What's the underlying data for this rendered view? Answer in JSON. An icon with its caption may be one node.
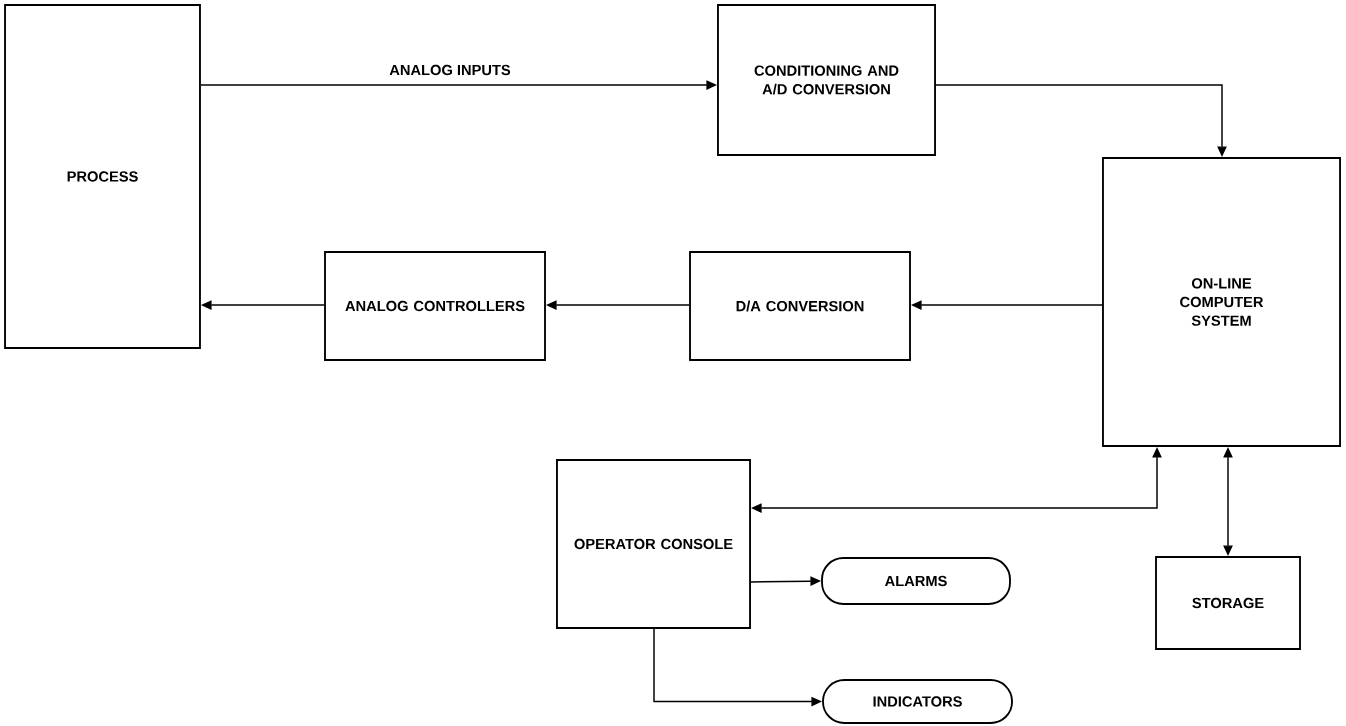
{
  "diagram": {
    "nodes": [
      {
        "text": [
          "PROCESS"
        ]
      },
      {
        "text": [
          "CONDITIONING AND A/D CONVERSION"
        ]
      },
      {
        "text": [
          "ON-LINE COMPUTER SYSTEM"
        ]
      },
      {
        "text": [
          "D/A CONVERSION"
        ]
      },
      {
        "text": [
          "ANALOG CONTROLLERS"
        ]
      },
      {
        "text": [
          "OPERATOR CONSOLE"
        ]
      },
      {
        "text": [
          "ALARMS"
        ]
      },
      {
        "text": [
          "STORAGE"
        ]
      },
      {
        "text": [
          "INDICATORS"
        ]
      }
    ],
    "edges": [
      {
        "from": 0,
        "to": 1,
        "arrow": "to",
        "label": "ANALOG INPUTS"
      },
      {
        "from": 1,
        "to": 2,
        "arrow": "to"
      },
      {
        "from": 2,
        "to": 3,
        "arrow": "to"
      },
      {
        "from": 3,
        "to": 4,
        "arrow": "to"
      },
      {
        "from": 4,
        "to": 0,
        "arrow": "to"
      },
      {
        "from": 5,
        "to": 2,
        "arrow": "both"
      },
      {
        "from": 2,
        "to": 7,
        "arrow": "both"
      },
      {
        "from": 5,
        "to": 6,
        "arrow": "to"
      },
      {
        "from": 5,
        "to": 8,
        "arrow": "to"
      }
    ]
  }
}
